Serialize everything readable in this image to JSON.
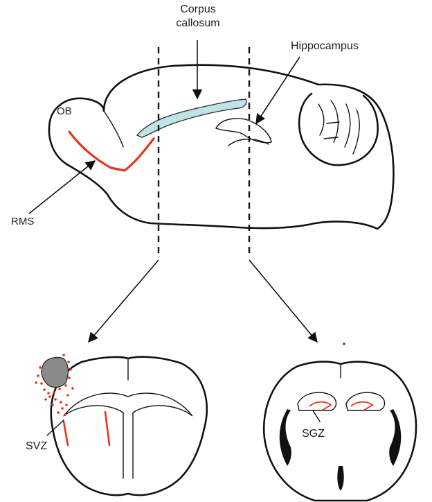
{
  "labels": {
    "corpus_callosum_line1": "Corpus",
    "corpus_callosum_line2": "callosum",
    "hippocampus": "Hippocampus",
    "ob": "OB",
    "rms": "RMS",
    "svz": "SVZ",
    "sgz": "SGZ"
  },
  "colors": {
    "migratory_stream": "#e8331c",
    "corpus_callosum_fill": "#bfe3e6",
    "lesion_fill": "#8a8a8a",
    "outline": "#111111"
  }
}
